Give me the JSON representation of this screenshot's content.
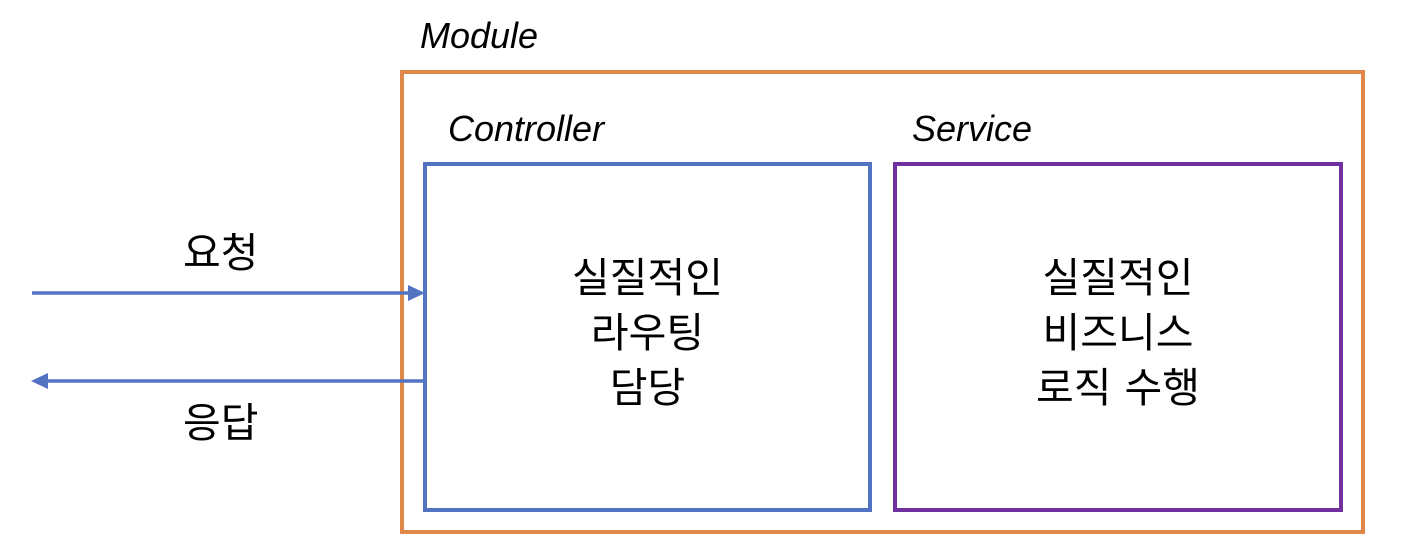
{
  "module": {
    "title": "Module",
    "border_color": "#e0874a"
  },
  "controller": {
    "title": "Controller",
    "border_color": "#5273c2",
    "lines": [
      "실질적인",
      "라우팅",
      "담당"
    ]
  },
  "service": {
    "title": "Service",
    "border_color": "#7030a0",
    "lines": [
      "실질적인",
      "비즈니스",
      "로직 수행"
    ]
  },
  "arrows": {
    "request_label": "요청",
    "response_label": "응답",
    "color": "#5273c2"
  }
}
